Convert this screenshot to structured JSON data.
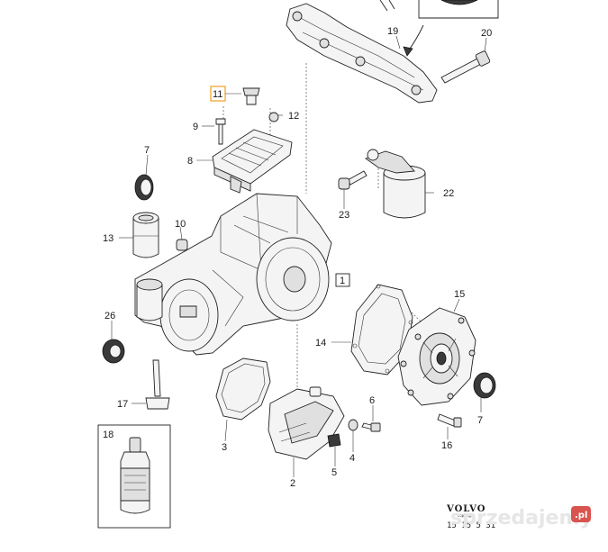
{
  "callouts": {
    "c2": "2",
    "c3": "3",
    "c4": "4",
    "c5": "5",
    "c6": "6",
    "c7a": "7",
    "c7b": "7",
    "c8": "8",
    "c9": "9",
    "c10": "10",
    "c11": "11",
    "c12": "12",
    "c13": "13",
    "c14": "14",
    "c15": "15",
    "c16": "16",
    "c17": "17",
    "c18": "18",
    "c19": "19",
    "c20": "20",
    "c22": "22",
    "c23": "23",
    "c26": "26"
  },
  "box_label": "1",
  "brand": {
    "name": "VOLVO",
    "subline": "copyright",
    "code": "15 15 5 31"
  },
  "watermark": {
    "text": "sprzedajemy",
    "badge": ".pl"
  },
  "colors": {
    "line": "#222222",
    "highlight": "#f0a020",
    "badge": "#d9534f"
  }
}
